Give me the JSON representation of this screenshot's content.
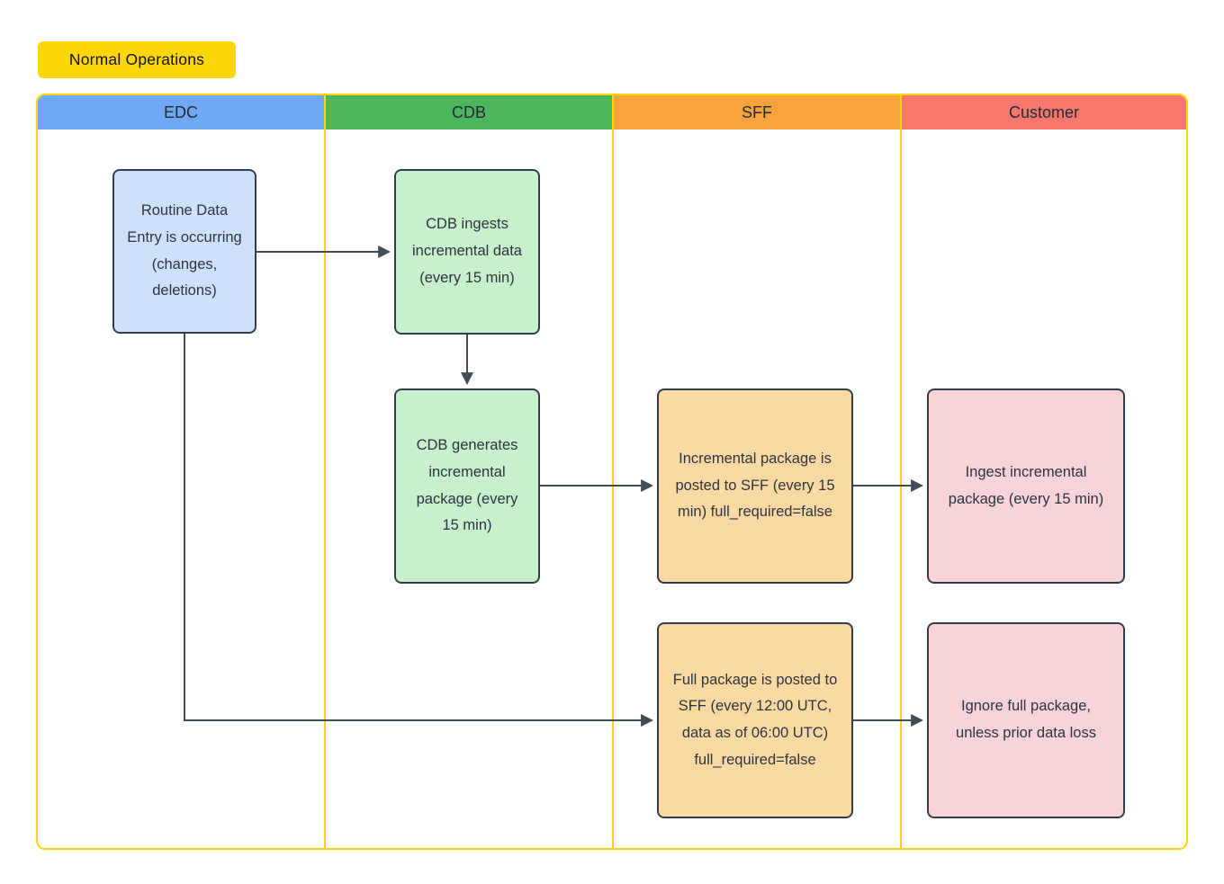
{
  "title_badge": "Normal Operations",
  "colors": {
    "frame": "#FFD60A",
    "arrow": "#424C54",
    "node_border": "#333C4A",
    "header_text": "#1F2937",
    "node_text": "#2B3440"
  },
  "lanes": [
    {
      "label": "EDC",
      "color": "#6FA8F5"
    },
    {
      "label": "CDB",
      "color": "#4CB65C"
    },
    {
      "label": "SFF",
      "color": "#F9A23B"
    },
    {
      "label": "Customer",
      "color": "#F8776F"
    }
  ],
  "nodes": [
    {
      "id": "routine-data-entry",
      "lane": "EDC",
      "text": "Routine Data Entry is occurring (changes, deletions)",
      "fill": "#CFE0FB"
    },
    {
      "id": "cdb-ingests",
      "lane": "CDB",
      "text": "CDB ingests incremental data (every 15 min)",
      "fill": "#C7F0CD"
    },
    {
      "id": "cdb-generates",
      "lane": "CDB",
      "text": "CDB generates incremental package (every 15 min)",
      "fill": "#C7F0CD"
    },
    {
      "id": "incremental-posted",
      "lane": "SFF",
      "text": "Incremental package is posted to SFF (every 15 min) full_required=false",
      "fill": "#FBD9A2"
    },
    {
      "id": "ingest-incremental",
      "lane": "Customer",
      "text": "Ingest incremental package (every 15 min)",
      "fill": "#F8D3D8"
    },
    {
      "id": "full-posted",
      "lane": "SFF",
      "text": "Full package is posted to SFF (every 12:00 UTC, data as of 06:00 UTC) full_required=false",
      "fill": "#FBD9A2"
    },
    {
      "id": "ignore-full",
      "lane": "Customer",
      "text": "Ignore full package, unless prior data loss",
      "fill": "#F8D3D8"
    }
  ],
  "edges": [
    {
      "from": "routine-data-entry",
      "to": "cdb-ingests"
    },
    {
      "from": "cdb-ingests",
      "to": "cdb-generates"
    },
    {
      "from": "cdb-generates",
      "to": "incremental-posted"
    },
    {
      "from": "incremental-posted",
      "to": "ingest-incremental"
    },
    {
      "from": "routine-data-entry",
      "to": "full-posted"
    },
    {
      "from": "full-posted",
      "to": "ignore-full"
    }
  ]
}
